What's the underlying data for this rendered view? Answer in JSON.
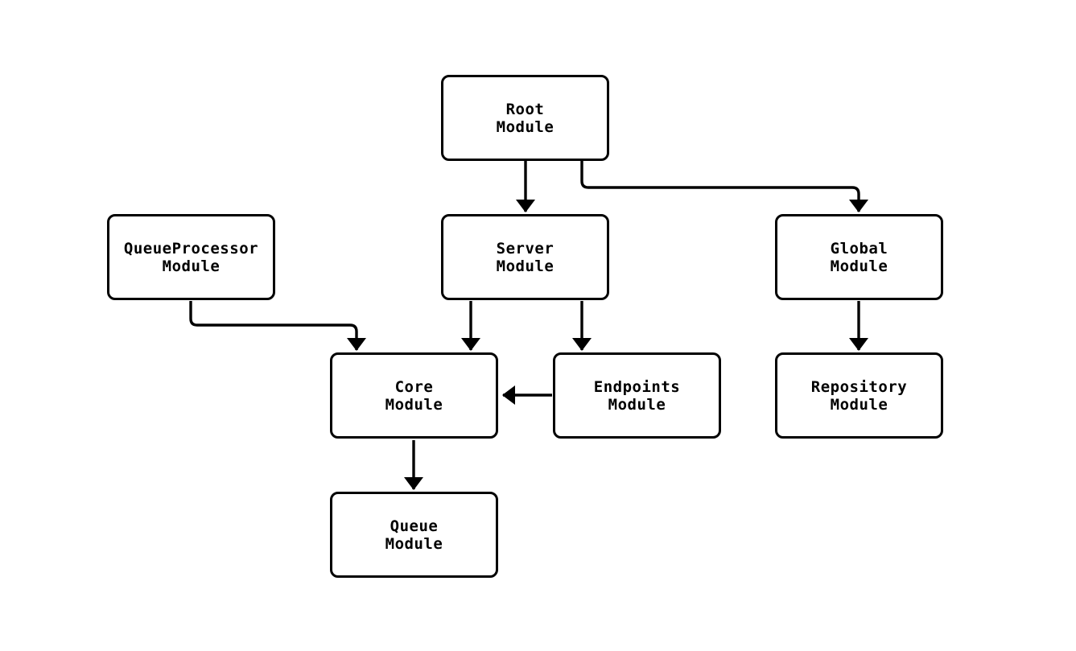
{
  "diagram": {
    "background_color": "#ffffff",
    "stroke_color": "#000000",
    "node_fill_color": "#ffffff",
    "nodes": [
      {
        "id": "root",
        "line1": "Root",
        "line2": "Module"
      },
      {
        "id": "queueprocessor",
        "line1": "QueueProcessor",
        "line2": "Module"
      },
      {
        "id": "server",
        "line1": "Server",
        "line2": "Module"
      },
      {
        "id": "global",
        "line1": "Global",
        "line2": "Module"
      },
      {
        "id": "core",
        "line1": "Core",
        "line2": "Module"
      },
      {
        "id": "endpoints",
        "line1": "Endpoints",
        "line2": "Module"
      },
      {
        "id": "repository",
        "line1": "Repository",
        "line2": "Module"
      },
      {
        "id": "queue",
        "line1": "Queue",
        "line2": "Module"
      }
    ],
    "edges": [
      {
        "from": "Root Module",
        "to": "Server Module"
      },
      {
        "from": "Root Module",
        "to": "Global Module"
      },
      {
        "from": "QueueProcessor Module",
        "to": "Core Module"
      },
      {
        "from": "Server Module",
        "to": "Core Module"
      },
      {
        "from": "Server Module",
        "to": "Endpoints Module"
      },
      {
        "from": "Endpoints Module",
        "to": "Core Module"
      },
      {
        "from": "Global Module",
        "to": "Repository Module"
      },
      {
        "from": "Core Module",
        "to": "Queue Module"
      }
    ]
  }
}
